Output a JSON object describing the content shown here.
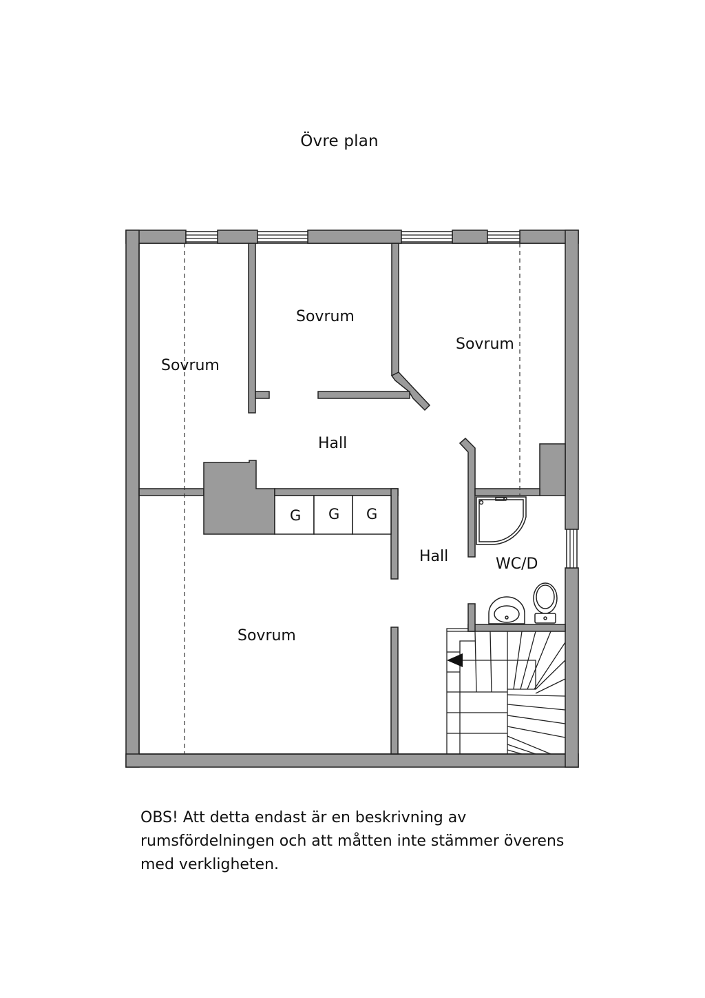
{
  "plan": {
    "title": "Övre plan",
    "rooms": {
      "bedroom_top_left": "Sovrum",
      "bedroom_top_middle": "Sovrum",
      "bedroom_top_right": "Sovrum",
      "bedroom_bottom_left": "Sovrum",
      "hall_upper": "Hall",
      "hall_lower": "Hall",
      "bathroom": "WC/D"
    },
    "wardrobes": [
      "G",
      "G",
      "G"
    ],
    "colors": {
      "wall": "#9b9b9b",
      "wall_outline": "#222222",
      "background": "#ffffff"
    }
  },
  "note": {
    "lines": [
      "OBS! Att detta endast är en beskrivning av",
      "rumsfördelningen och att måtten inte stämmer överens",
      "med verkligheten."
    ]
  }
}
